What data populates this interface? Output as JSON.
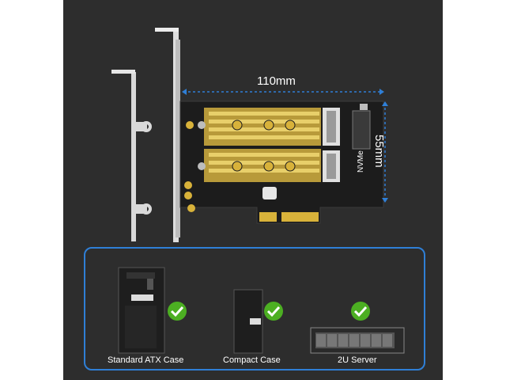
{
  "dimensions": {
    "length_label": "110mm",
    "width_label": "55mm"
  },
  "board": {
    "silkscreen_label": "NVMe"
  },
  "compatibility": {
    "items": [
      {
        "label": "Standard ATX Case",
        "supported": true
      },
      {
        "label": "Compact Case",
        "supported": true
      },
      {
        "label": "2U Server",
        "supported": true
      }
    ]
  },
  "colors": {
    "background": "#2d2d2d",
    "accent_blue": "#2f7fd6",
    "check_green": "#4caf22",
    "pcb": "#1c1c1c",
    "gold": "#d8b23a"
  }
}
